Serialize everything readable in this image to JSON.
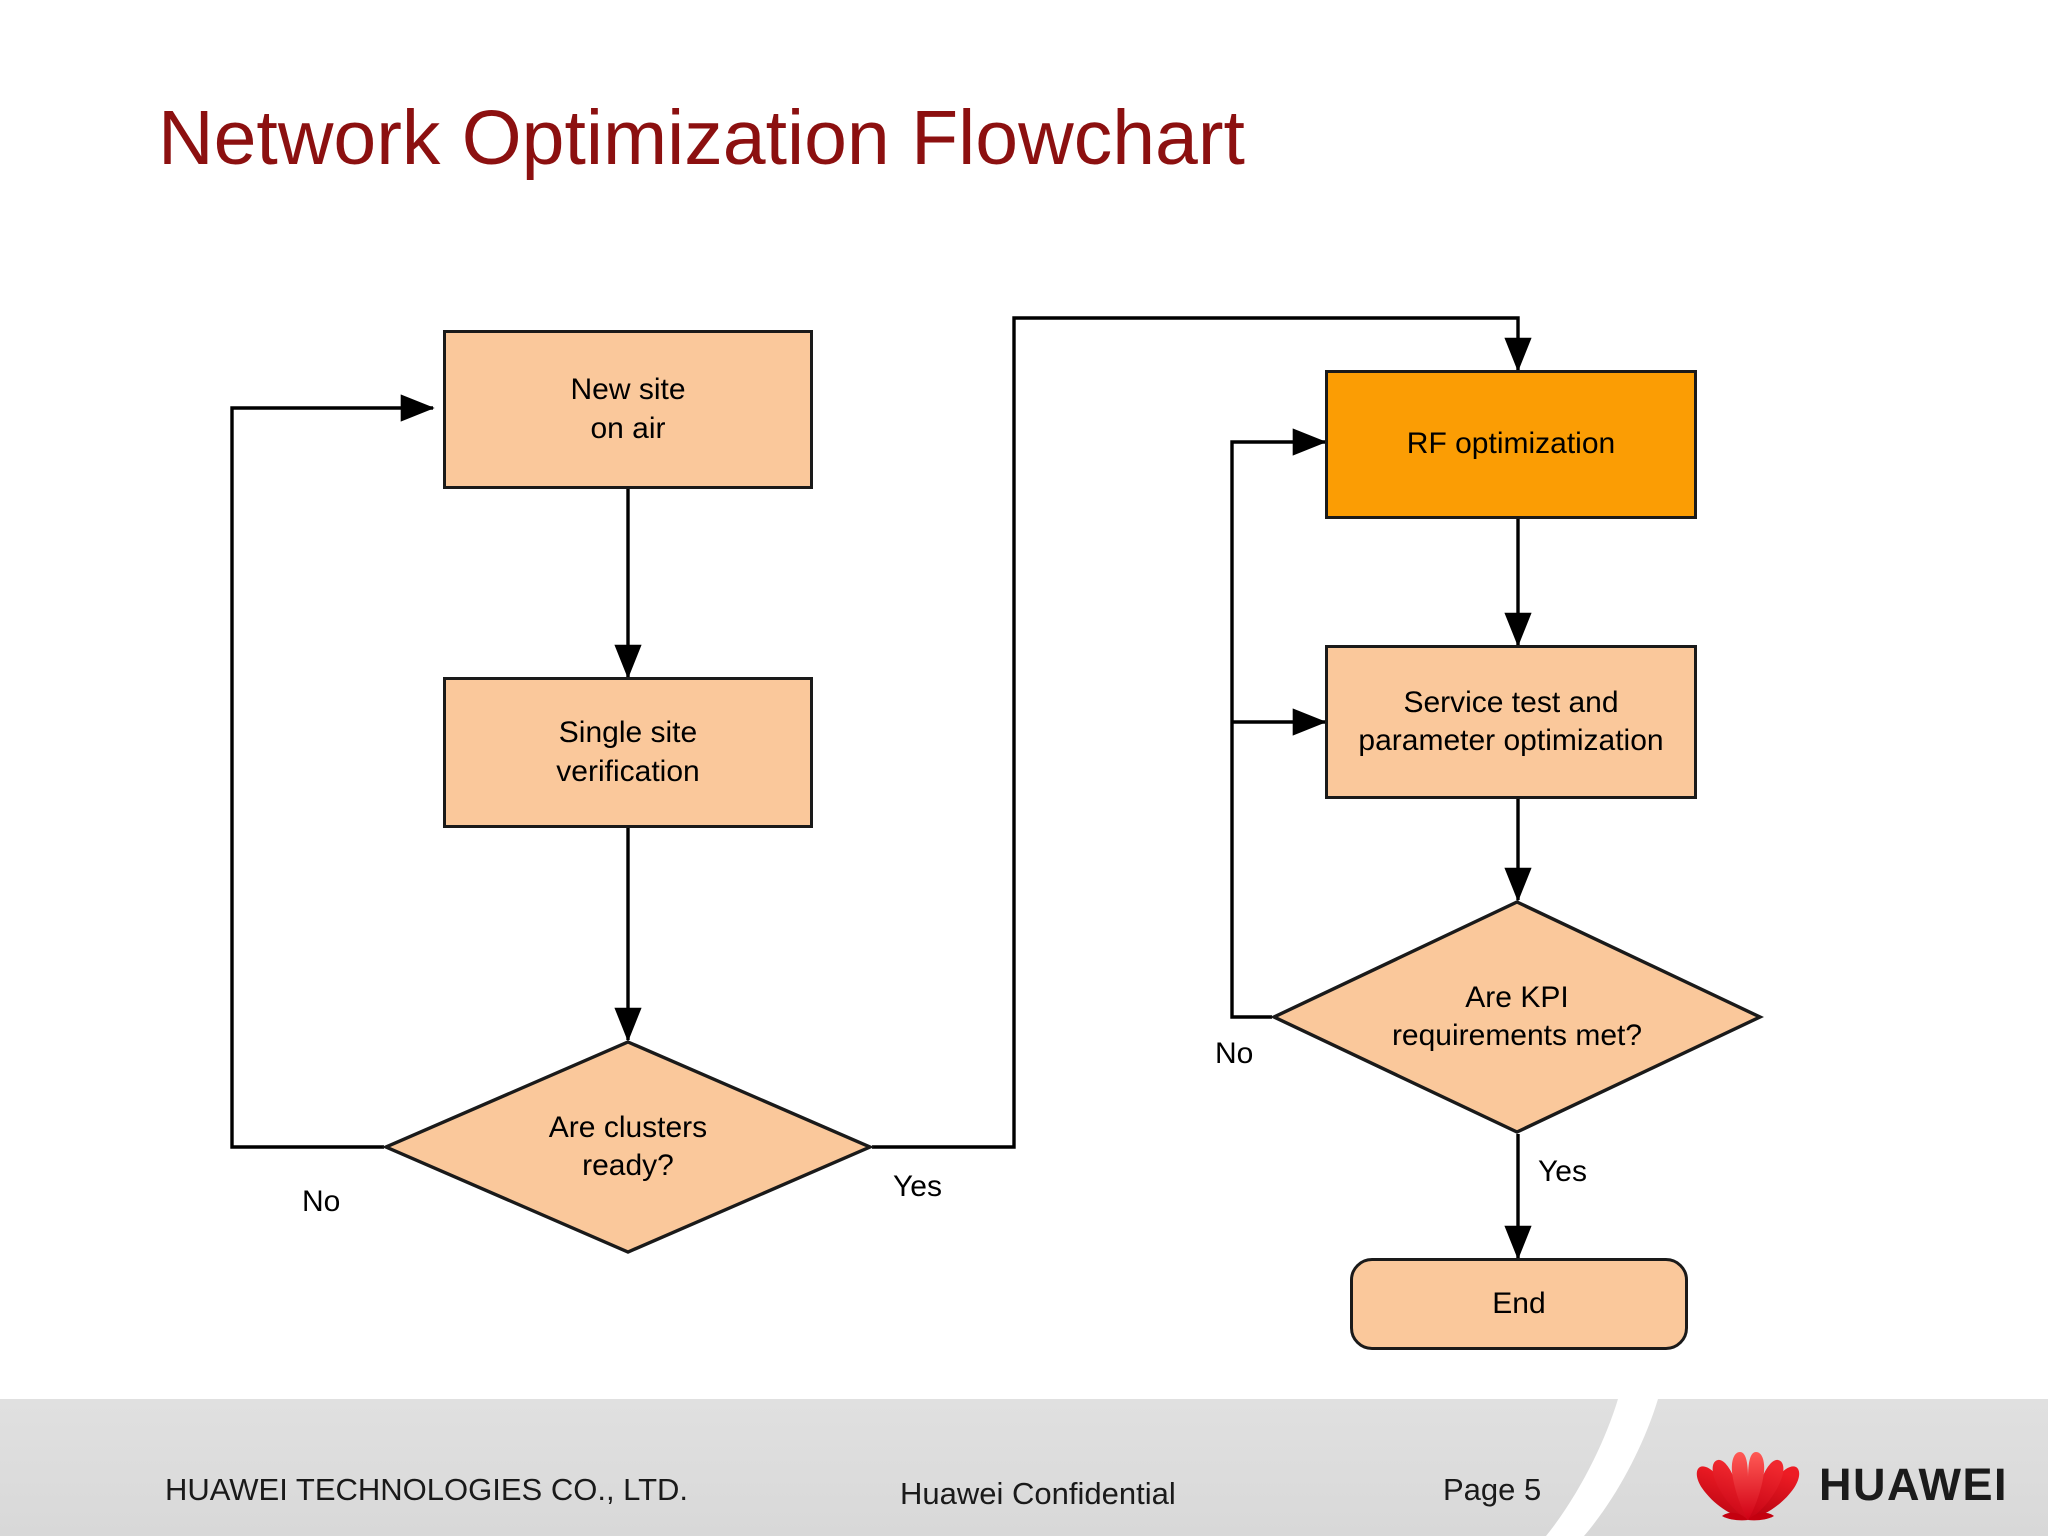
{
  "slide": {
    "title": "Network Optimization Flowchart",
    "title_color": "#8C1010",
    "background_color": "#FFFFFF"
  },
  "colors": {
    "node_fill": "#FAC89B",
    "highlight_fill": "#FB9D04",
    "node_border": "#1A1A1A",
    "connector": "#000000",
    "footer_bg": "#DCDCDC",
    "brand_red": "#E2001A"
  },
  "flowchart": {
    "nodes": [
      {
        "id": "new-site",
        "label": "New site\non air",
        "shape": "rect",
        "fill": "#FAC89B"
      },
      {
        "id": "single-site",
        "label": "Single site\nverification",
        "shape": "rect",
        "fill": "#FAC89B"
      },
      {
        "id": "clusters",
        "label": "Are clusters\nready?",
        "shape": "diamond",
        "fill": "#FAC89B"
      },
      {
        "id": "rf-opt",
        "label": "RF optimization",
        "shape": "rect",
        "fill": "#FB9D04"
      },
      {
        "id": "service-test",
        "label": "Service test and\nparameter optimization",
        "shape": "rect",
        "fill": "#FAC89B"
      },
      {
        "id": "kpi",
        "label": "Are KPI\nrequirements met?",
        "shape": "diamond",
        "fill": "#FAC89B"
      },
      {
        "id": "end",
        "label": "End",
        "shape": "rounded-rect",
        "fill": "#FAC89B"
      }
    ],
    "edge_labels": {
      "clusters_no": "No",
      "clusters_yes": "Yes",
      "kpi_no": "No",
      "kpi_yes": "Yes"
    },
    "edges": [
      {
        "from": "new-site",
        "to": "single-site",
        "label": ""
      },
      {
        "from": "single-site",
        "to": "clusters",
        "label": ""
      },
      {
        "from": "clusters",
        "to": "new-site",
        "label": "No"
      },
      {
        "from": "clusters",
        "to": "rf-opt",
        "label": "Yes"
      },
      {
        "from": "rf-opt",
        "to": "service-test",
        "label": ""
      },
      {
        "from": "service-test",
        "to": "kpi",
        "label": ""
      },
      {
        "from": "kpi",
        "to": "rf-opt",
        "label": "No"
      },
      {
        "from": "kpi",
        "to": "service-test",
        "label": "No"
      },
      {
        "from": "kpi",
        "to": "end",
        "label": "Yes"
      }
    ]
  },
  "footer": {
    "company": "HUAWEI TECHNOLOGIES CO., LTD.",
    "confidential": "Huawei Confidential",
    "page": "Page 5",
    "logo_word": "HUAWEI",
    "logo_mark": "huawei-flower-logo"
  }
}
